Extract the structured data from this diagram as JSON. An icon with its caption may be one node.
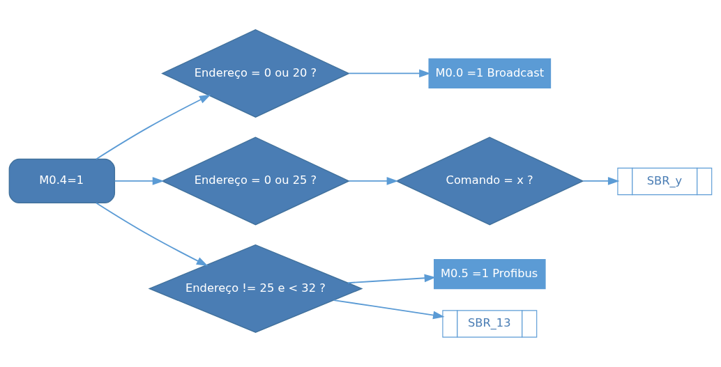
{
  "diagram": {
    "nodes": [
      {
        "text": [
          "M0.4=1"
        ]
      },
      {
        "text": [
          "Endereço = 0 ou 20 ?"
        ]
      },
      {
        "text": [
          "M0.0 =1 Broadcast"
        ]
      },
      {
        "text": [
          "Endereço = 0 ou 25 ?"
        ]
      },
      {
        "text": [
          "Comando = x ?"
        ]
      },
      {
        "text": [
          "SBR_y"
        ]
      },
      {
        "text": [
          "Endereço != 25 e < 32 ?"
        ]
      },
      {
        "text": [
          "M0.5 =1 Profibus"
        ]
      },
      {
        "text": [
          "SBR_13"
        ]
      }
    ],
    "edges": [
      {
        "from": 0,
        "to": 1,
        "arrow": "to"
      },
      {
        "from": 0,
        "to": 3,
        "arrow": "to"
      },
      {
        "from": 0,
        "to": 6,
        "arrow": "to"
      },
      {
        "from": 1,
        "to": 2,
        "arrow": "to"
      },
      {
        "from": 3,
        "to": 4,
        "arrow": "to"
      },
      {
        "from": 4,
        "to": 5,
        "arrow": "to"
      },
      {
        "from": 6,
        "to": 7,
        "arrow": "to"
      },
      {
        "from": 6,
        "to": 8,
        "arrow": "to"
      }
    ]
  }
}
